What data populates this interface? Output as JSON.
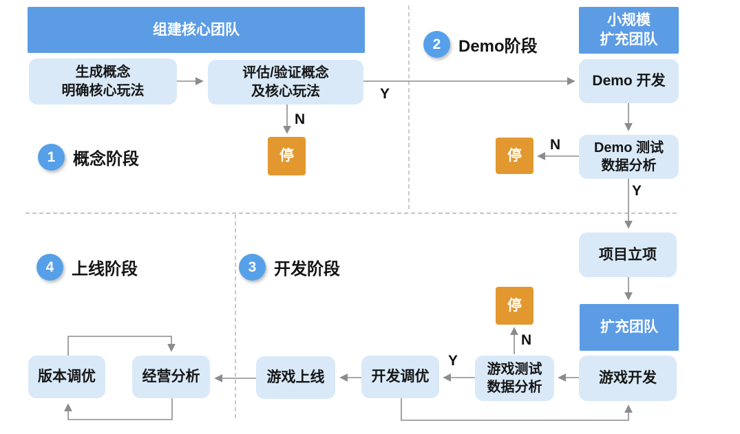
{
  "diagram": {
    "title_semantic": "game-development-pipeline-flowchart",
    "stages": [
      {
        "number": "1",
        "label": "概念阶段"
      },
      {
        "number": "2",
        "label": "Demo阶段"
      },
      {
        "number": "3",
        "label": "开发阶段"
      },
      {
        "number": "4",
        "label": "上线阶段"
      }
    ],
    "nodes": {
      "build_core_team": {
        "label": "组建核心团队"
      },
      "gen_concept": {
        "label": "生成概念\n明确核心玩法"
      },
      "eval_concept": {
        "label": "评估/验证概念\n及核心玩法"
      },
      "small_scale_expand_team": {
        "label": "小规模\n扩充团队"
      },
      "demo_dev": {
        "label": "Demo 开发"
      },
      "demo_test": {
        "label": "Demo 测试\n数据分析"
      },
      "project_approval": {
        "label": "项目立项"
      },
      "expand_team": {
        "label": "扩充团队"
      },
      "game_dev": {
        "label": "游戏开发"
      },
      "game_test": {
        "label": "游戏测试\n数据分析"
      },
      "dev_tuning": {
        "label": "开发调优"
      },
      "game_launch": {
        "label": "游戏上线"
      },
      "business_analysis": {
        "label": "经营分析"
      },
      "version_tuning": {
        "label": "版本调优"
      },
      "stop": {
        "label": "停"
      }
    },
    "branch_labels": {
      "yes": "Y",
      "no": "N"
    },
    "colors": {
      "primary_blue": "#5B9CE5",
      "light_blue": "#D9E9F8",
      "stop_orange": "#E2982F",
      "connector_gray": "#8C8C8C",
      "dashed_gray": "#B3B3B3"
    }
  }
}
